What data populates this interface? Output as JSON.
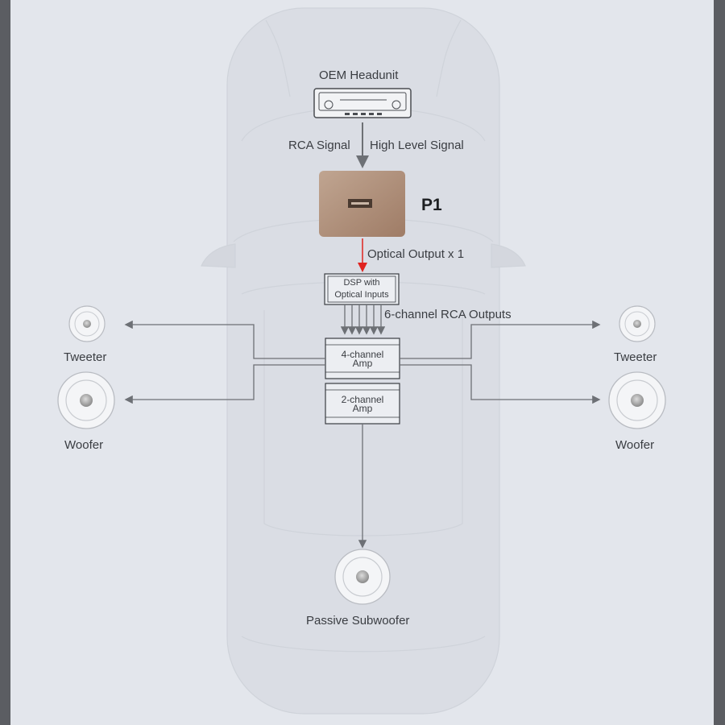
{
  "labels": {
    "headunit": "OEM Headunit",
    "rca_signal": "RCA Signal",
    "high_level_signal": "High Level Signal",
    "processor_name": "P1",
    "optical_output": "Optical Output x 1",
    "dsp_line1": "DSP with",
    "dsp_line2": "Optical Inputs",
    "rca_outputs": "6-channel RCA Outputs",
    "amp4_line1": "4-channel",
    "amp4_line2": "Amp",
    "amp2_line1": "2-channel",
    "amp2_line2": "Amp",
    "tweeter_left": "Tweeter",
    "tweeter_right": "Tweeter",
    "woofer_left": "Woofer",
    "woofer_right": "Woofer",
    "subwoofer": "Passive Subwoofer"
  },
  "colors": {
    "frame": "#5b5d62",
    "background": "#e3e6ec",
    "car_body": "#d9dce3",
    "lines": "#7a7d82",
    "optical_arrow": "#e0231f",
    "processor_top": "#b89b86",
    "processor_bottom": "#a5826c"
  },
  "icons": {
    "headunit": "car-stereo-icon",
    "processor": "amplifier-processor-icon",
    "speaker": "speaker-icon"
  }
}
